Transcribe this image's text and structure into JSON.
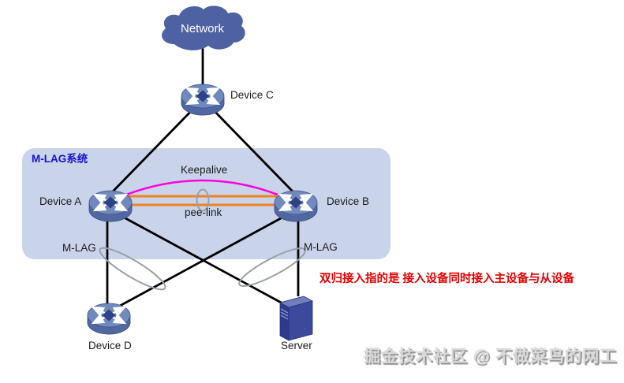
{
  "colors": {
    "cloud": "#4e61a2",
    "mlag_box": "#c9d4ea",
    "keepalive": "#ff00dd",
    "peer_link": "#f0811f",
    "link": "#000000",
    "group_ellipse": "#9aa0a8",
    "title_blue": "#1512cc",
    "note_red": "#e60000",
    "watermark_gray": "#d9d9d9"
  },
  "cloud": {
    "label": "Network"
  },
  "devices": {
    "device_c": "Device C",
    "device_a": "Device A",
    "device_b": "Device B",
    "device_d": "Device D",
    "server": "Server"
  },
  "mlag_box": {
    "title": "M-LAG系统"
  },
  "links": {
    "keepalive_label": "Keepalive",
    "peer_link_label": "pee-link",
    "mlag_left_label": "M-LAG",
    "mlag_right_label": "M-LAG"
  },
  "note": "双归接入指的是 接入设备同时接入主设备与从设备",
  "watermark": "掘金技术社区 @ 不做菜鸟的网工"
}
